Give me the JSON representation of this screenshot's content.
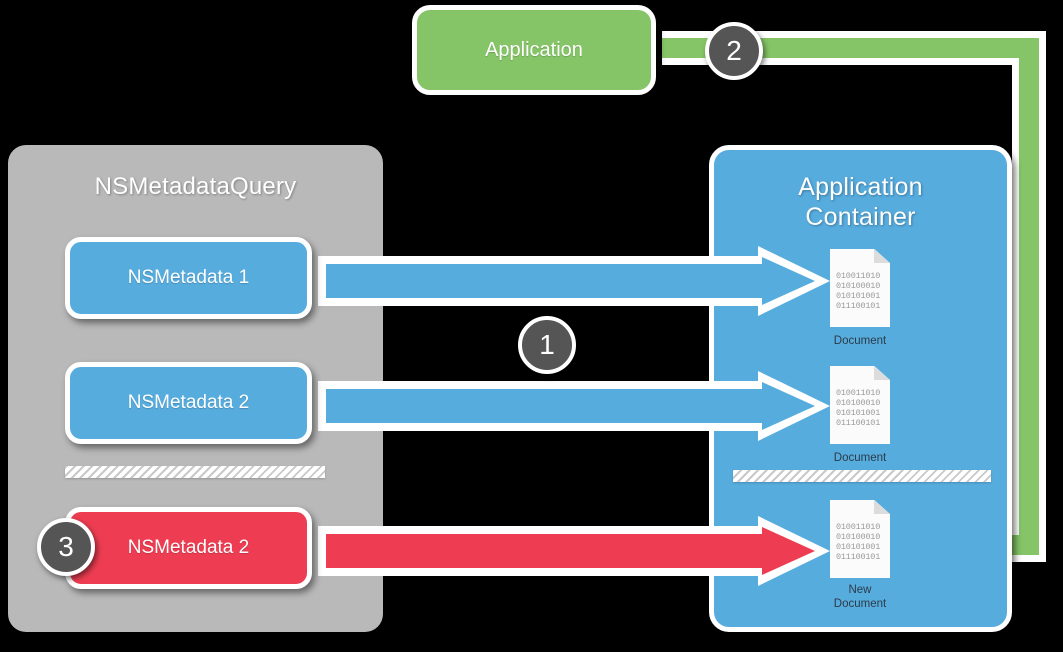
{
  "diagram": {
    "title": "NSMetadataQuery / Application Container flow",
    "colors": {
      "background": "#000000",
      "green": "#85C567",
      "blue": "#57ACDE",
      "red": "#EE3D52",
      "gray_panel": "#b9b9b9",
      "badge_gray": "#555555",
      "outline": "#ffffff"
    }
  },
  "app_box": {
    "label": "Application"
  },
  "nsmetadata_query_panel": {
    "title": "NSMetadataQuery",
    "items": [
      {
        "label": "NSMetadata 1",
        "color": "#57ACDE"
      },
      {
        "label": "NSMetadata 2",
        "color": "#57ACDE"
      },
      {
        "label": "NSMetadata 2",
        "color": "#EE3D52"
      }
    ]
  },
  "application_container_panel": {
    "title_line1": "Application",
    "title_line2": "Container",
    "documents": [
      {
        "label_line1": "Document",
        "label_line2": "",
        "bits": [
          "010011010",
          "010100010",
          "010101001",
          "011100101"
        ]
      },
      {
        "label_line1": "Document",
        "label_line2": "",
        "bits": [
          "010011010",
          "010100010",
          "010101001",
          "011100101"
        ]
      },
      {
        "label_line1": "New",
        "label_line2": "Document",
        "bits": [
          "010011010",
          "010100010",
          "010101001",
          "011100101"
        ]
      }
    ]
  },
  "badges": [
    {
      "number": "1"
    },
    {
      "number": "2"
    },
    {
      "number": "3"
    }
  ],
  "arrows": {
    "metadata1_to_document1": {
      "color": "#57ACDE",
      "direction": "right"
    },
    "metadata2_to_document2": {
      "color": "#57ACDE",
      "direction": "right"
    },
    "metadata3_to_new_document": {
      "color": "#EE3D52",
      "direction": "right"
    },
    "application_to_new_document": {
      "color": "#85C567",
      "direction": "left"
    }
  }
}
